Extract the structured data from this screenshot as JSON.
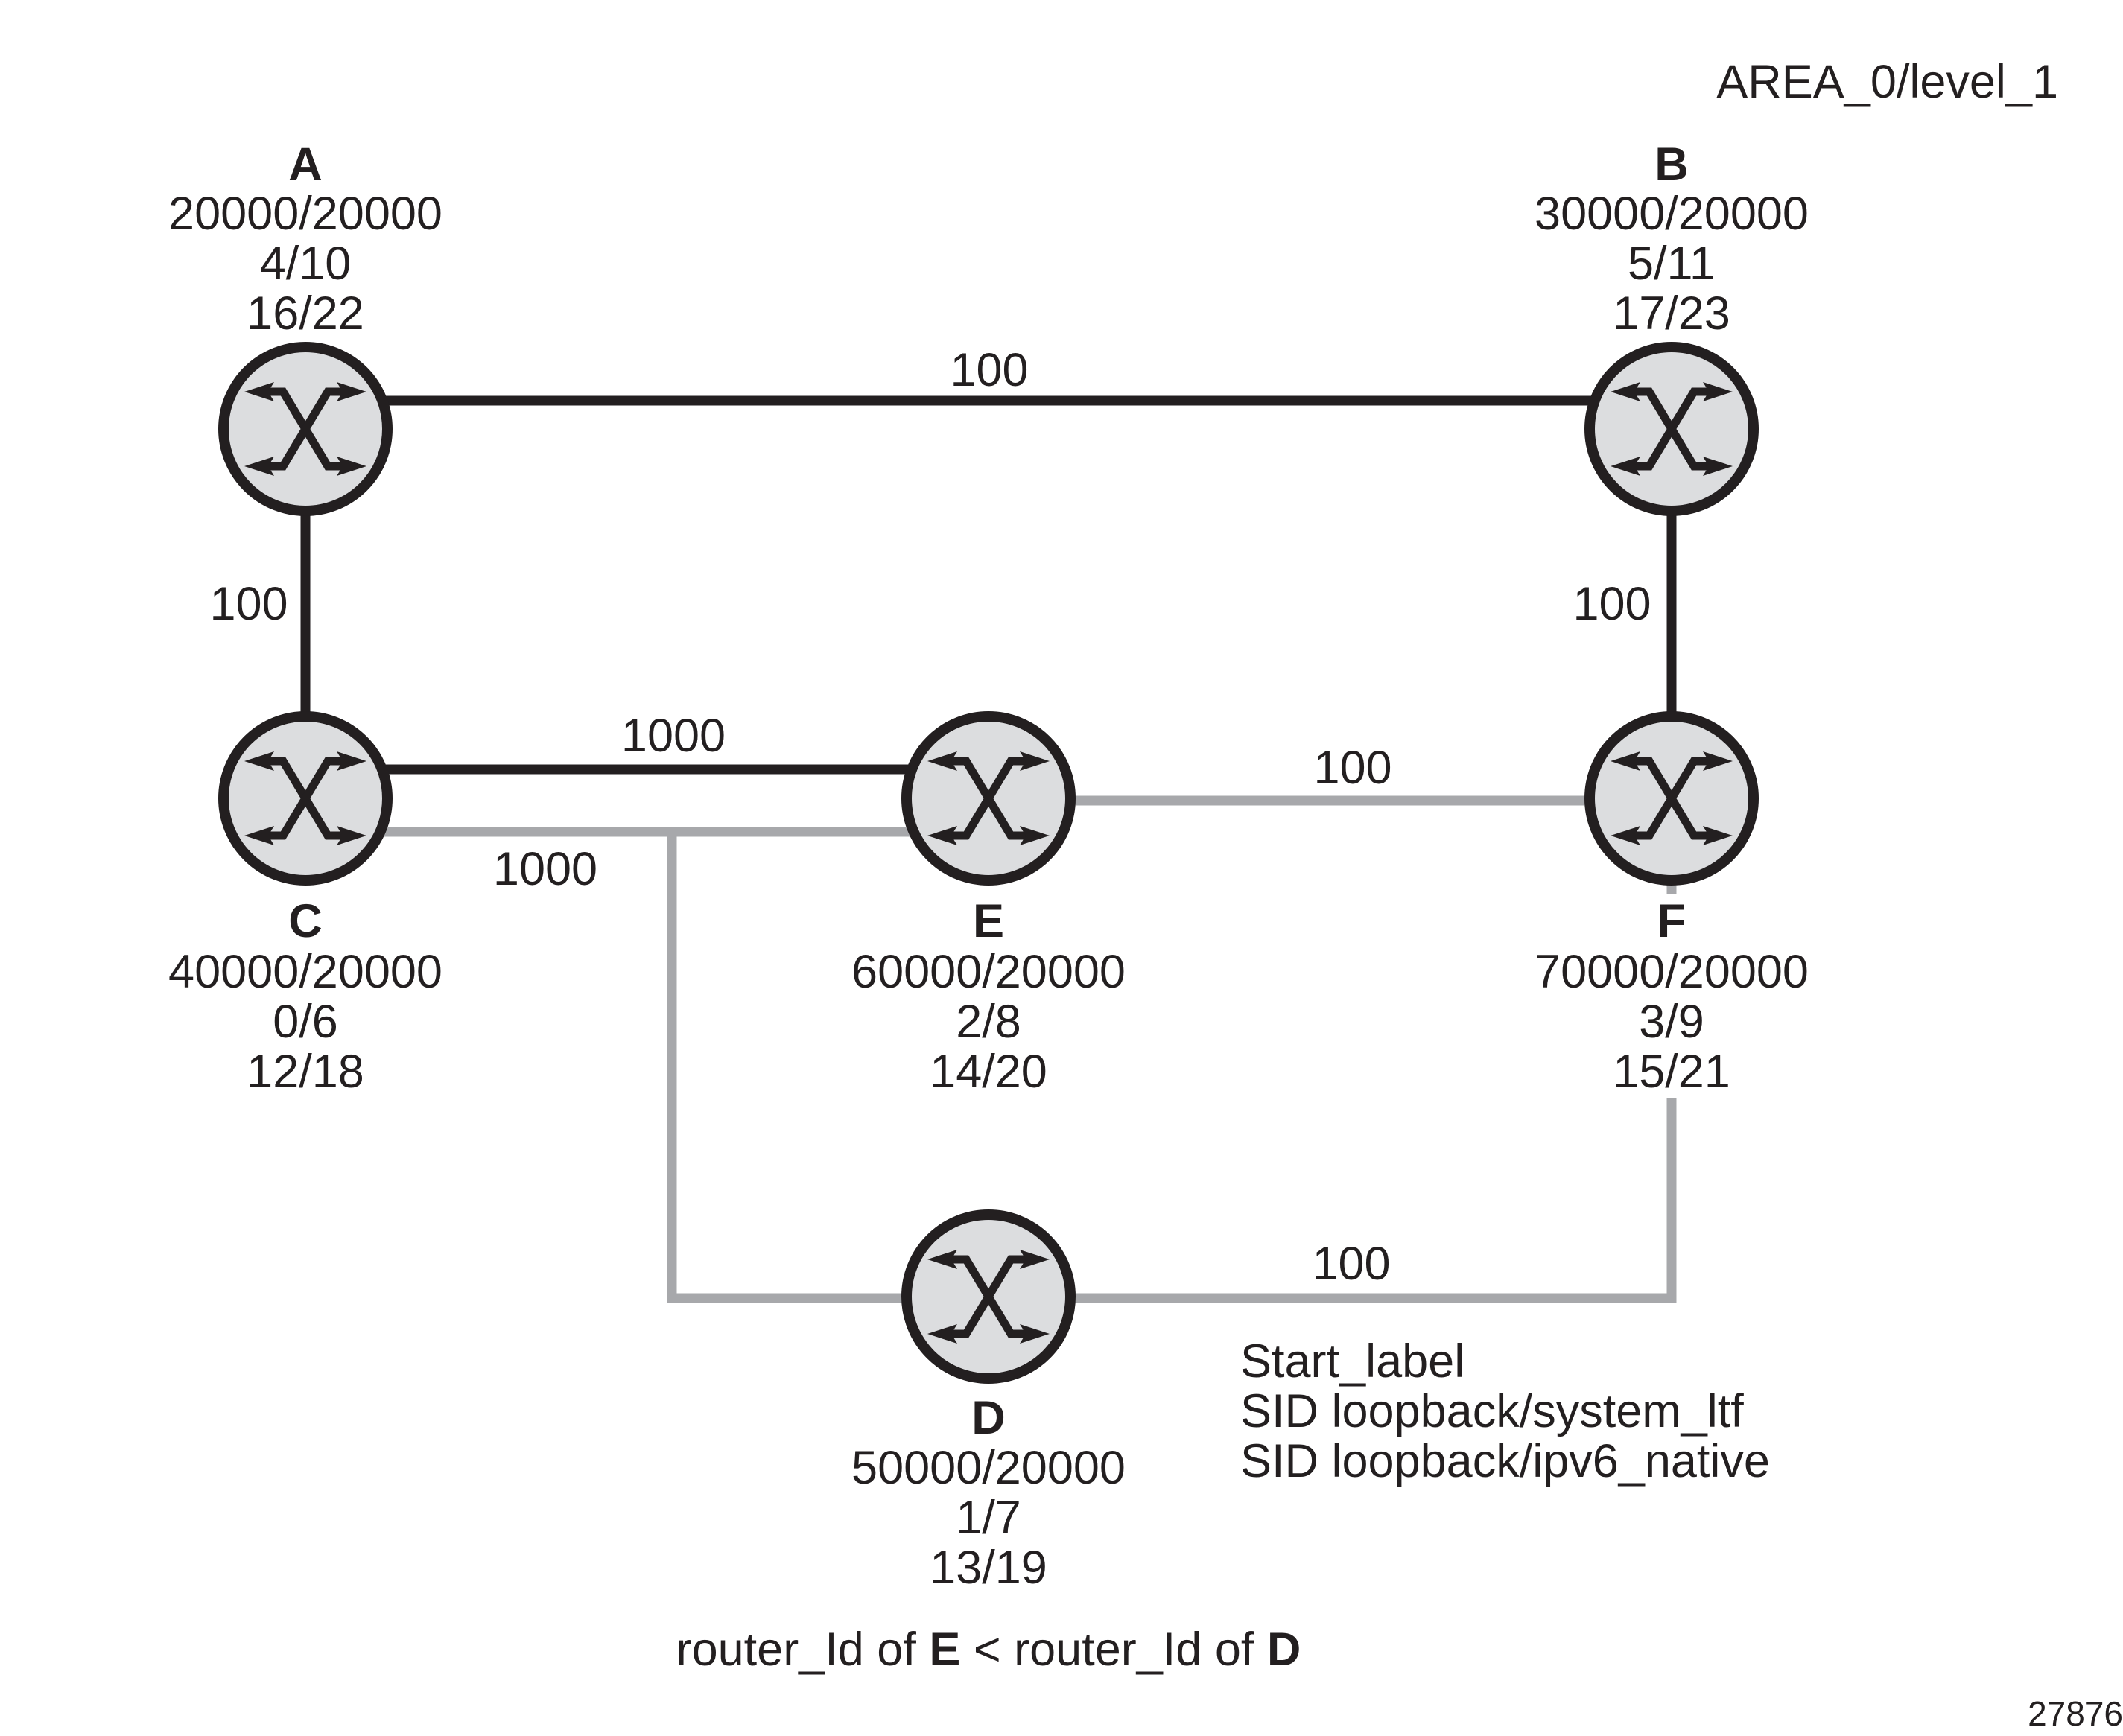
{
  "area_label": "AREA_0/level_1",
  "figure_id": "27876",
  "colors": {
    "ink": "#231f20",
    "primary_link": "#231f20",
    "secondary_link": "#a7a8ab",
    "router_fill": "#dcdddf"
  },
  "nodes": [
    {
      "id": "A",
      "name": "A",
      "srgb": "20000/20000",
      "sid_v4": "4/10",
      "sid_v6": "16/22",
      "label_position": "above",
      "icon": "router-icon"
    },
    {
      "id": "B",
      "name": "B",
      "srgb": "30000/20000",
      "sid_v4": "5/11",
      "sid_v6": "17/23",
      "label_position": "above",
      "icon": "router-icon"
    },
    {
      "id": "C",
      "name": "C",
      "srgb": "40000/20000",
      "sid_v4": "0/6",
      "sid_v6": "12/18",
      "label_position": "below",
      "icon": "router-icon"
    },
    {
      "id": "E",
      "name": "E",
      "srgb": "60000/20000",
      "sid_v4": "2/8",
      "sid_v6": "14/20",
      "label_position": "below",
      "icon": "router-icon"
    },
    {
      "id": "F",
      "name": "F",
      "srgb": "70000/20000",
      "sid_v4": "3/9",
      "sid_v6": "15/21",
      "label_position": "below",
      "icon": "router-icon"
    },
    {
      "id": "D",
      "name": "D",
      "srgb": "50000/20000",
      "sid_v4": "1/7",
      "sid_v6": "13/19",
      "label_position": "below",
      "icon": "router-icon"
    }
  ],
  "links": [
    {
      "id": "A-B",
      "from": "A",
      "to": "B",
      "metric": "100",
      "style": "black"
    },
    {
      "id": "A-C",
      "from": "A",
      "to": "C",
      "metric": "100",
      "style": "black"
    },
    {
      "id": "B-F",
      "from": "B",
      "to": "F",
      "metric": "100",
      "style": "black"
    },
    {
      "id": "C-E-top",
      "from": "C",
      "to": "E",
      "metric": "1000",
      "style": "black"
    },
    {
      "id": "C-E-bottom",
      "from": "C",
      "to": "E",
      "metric": "1000",
      "style": "gray"
    },
    {
      "id": "E-F",
      "from": "E",
      "to": "F",
      "metric": "100",
      "style": "gray"
    },
    {
      "id": "CE-D",
      "from": "C-E",
      "to": "D",
      "metric": "",
      "style": "gray"
    },
    {
      "id": "D-F",
      "from": "D",
      "to": "F",
      "metric": "100",
      "style": "gray"
    }
  ],
  "legend": {
    "lines": [
      "Start_label",
      "SID loopback/system_ltf",
      "SID loopback/ipv6_native"
    ]
  },
  "footnote": {
    "prefix": "router_Id of ",
    "first": "E",
    "middle": " < router_Id of ",
    "second": "D"
  }
}
